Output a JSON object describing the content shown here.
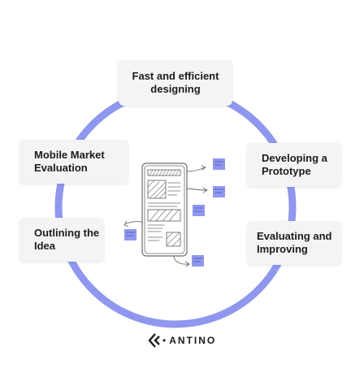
{
  "steps": {
    "top": "Fast and efficient designing",
    "right_upper": "Developing a Prototype",
    "right_lower": "Evaluating and Improving",
    "left_upper": "Mobile Market Evaluation",
    "left_lower": "Outlining the Idea"
  },
  "brand": {
    "name": "ANTINO",
    "separator": "•"
  },
  "colors": {
    "ring": "#8f97ee",
    "sticky_note": "#8f97ee",
    "sketch_line": "#6d6d6d",
    "box_bg": "#f4f4f4"
  }
}
